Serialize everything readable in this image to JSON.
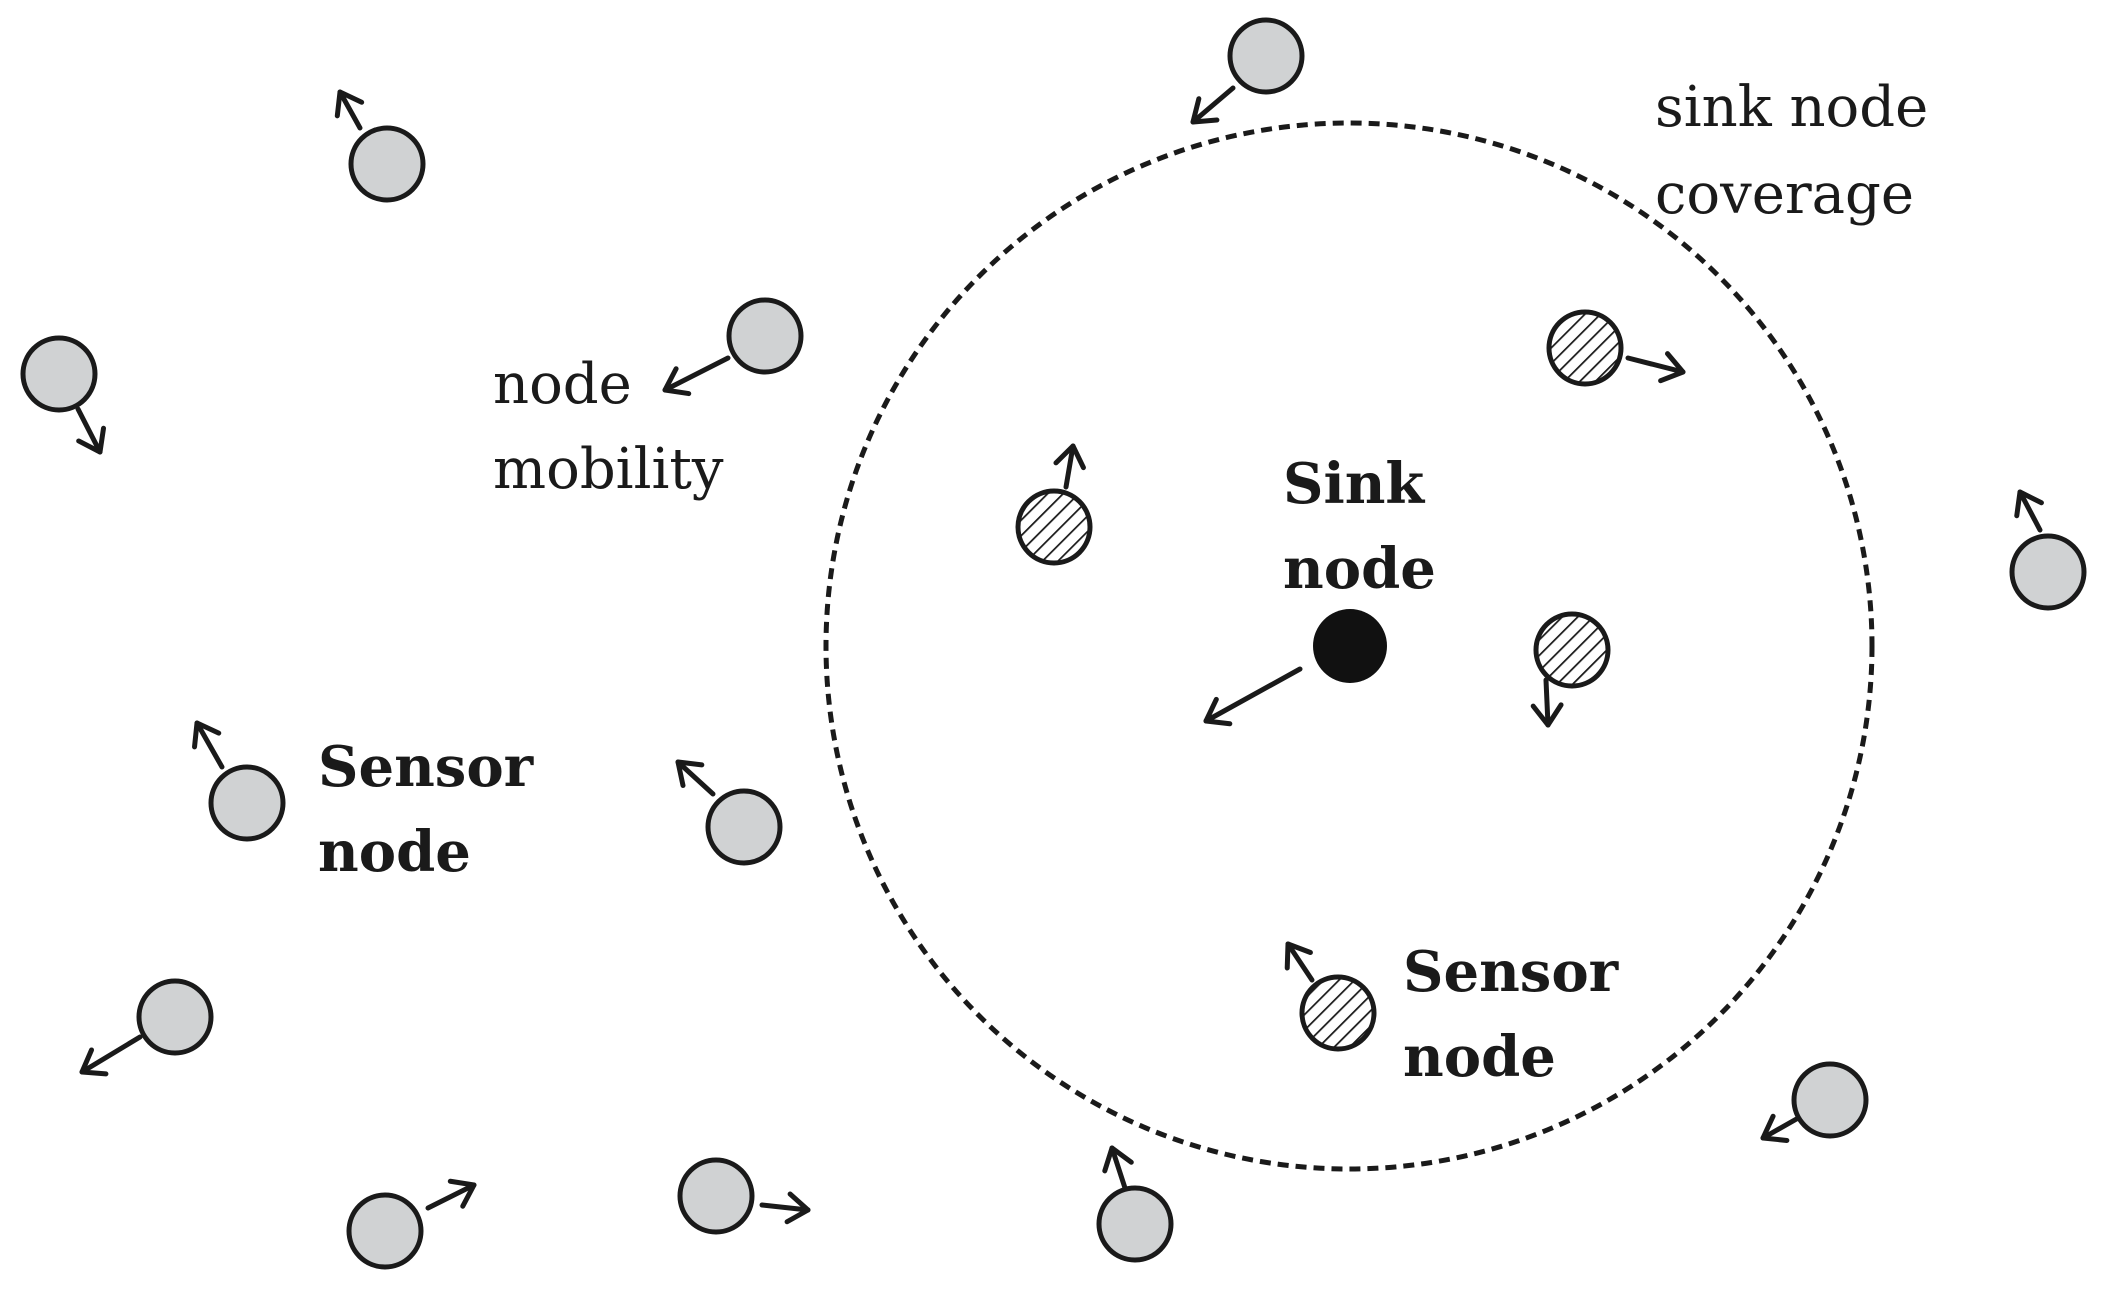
{
  "labels": {
    "coverage_line1": "sink node",
    "coverage_line2": "coverage",
    "mobility_line1": "node",
    "mobility_line2": "mobility",
    "sink_line1": "Sink",
    "sink_line2": "node",
    "sensor_left_line1": "Sensor",
    "sensor_left_line2": "node",
    "sensor_right_line1": "Sensor",
    "sensor_right_line2": "node"
  },
  "colors": {
    "outside_node_fill": "#d0d2d3",
    "outline": "#1a1a1a",
    "sink_fill": "#111111",
    "hatch": "#1a1a1a",
    "background": "#ffffff"
  },
  "legend_semantics": {
    "outside_coverage_nodes": "grey circles",
    "inside_coverage_nodes": "hatched circles",
    "sink": "solid black circle",
    "movement": "arrows"
  }
}
